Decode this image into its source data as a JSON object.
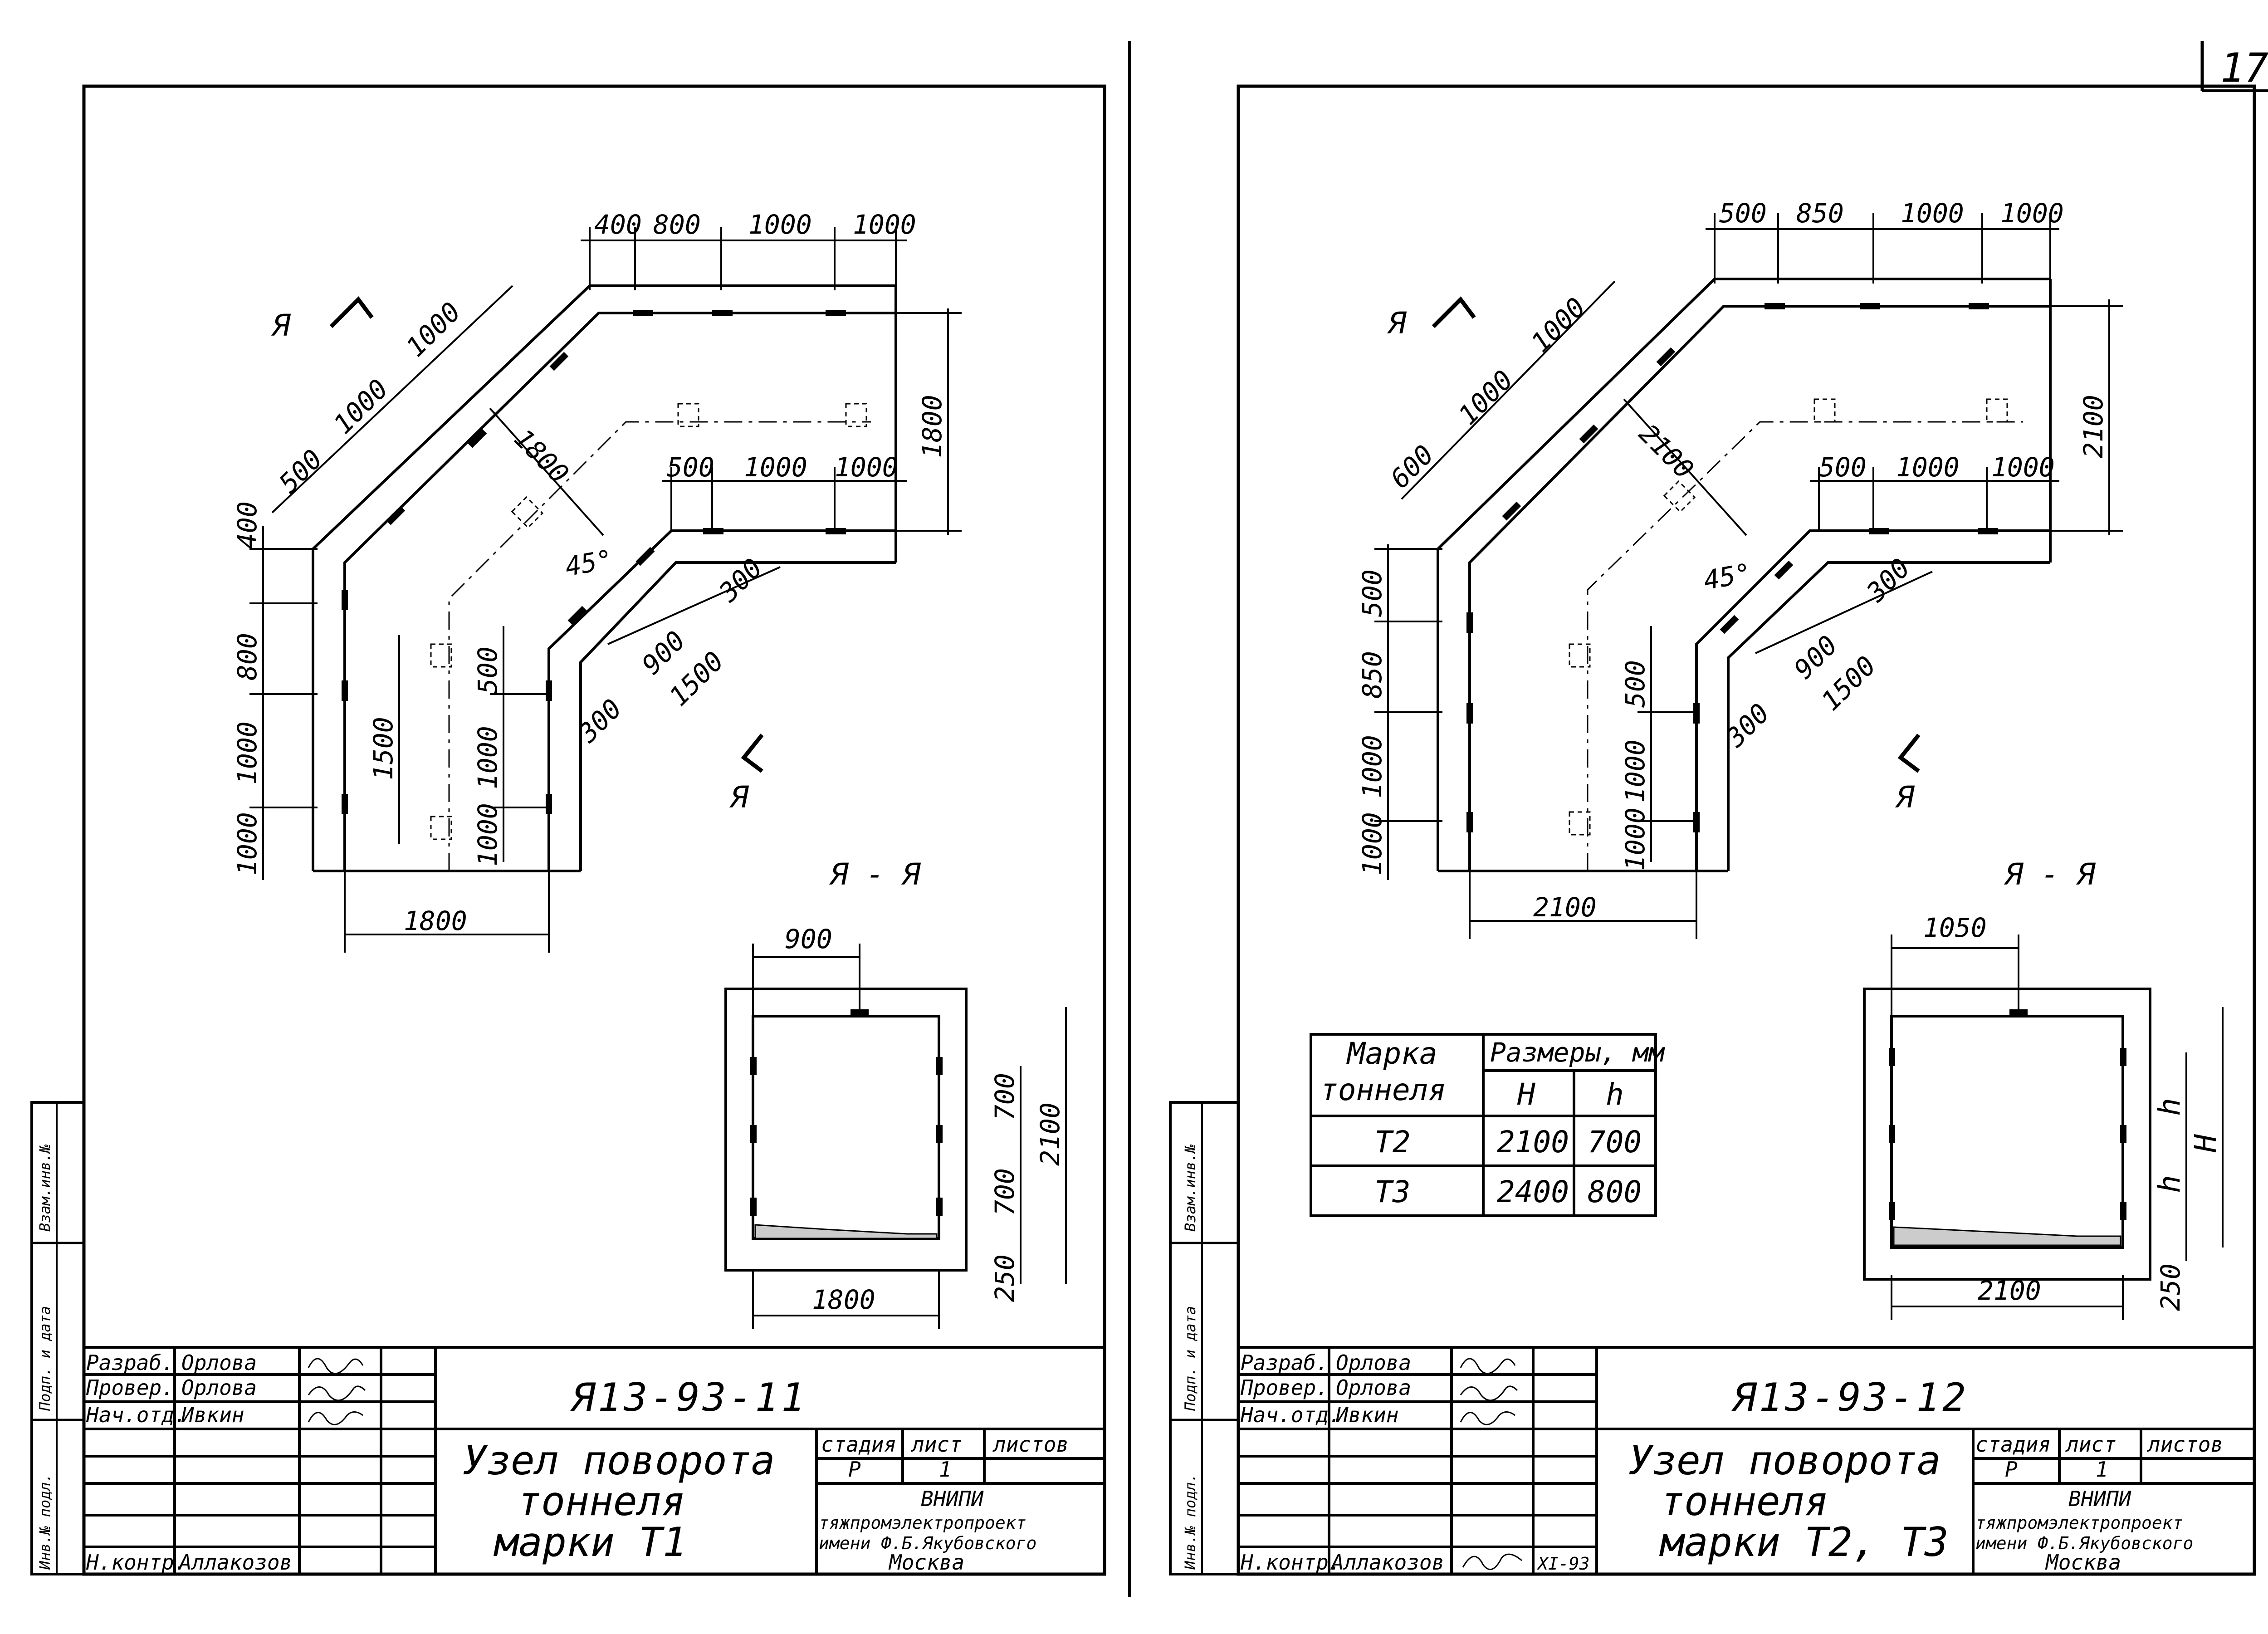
{
  "page_number": "17",
  "left_sheet": {
    "plan_dims": {
      "top": [
        "400",
        "800",
        "1000",
        "1000"
      ],
      "diag_outer": [
        "500",
        "1000",
        "1000"
      ],
      "diag_mid": "1800",
      "right_depth": "1800",
      "inner_top": [
        "500",
        "1000",
        "1000"
      ],
      "inner_diag": [
        "900",
        "1500"
      ],
      "thick": [
        "300",
        "300"
      ],
      "angle": "45°",
      "left": [
        "400",
        "800",
        "1000",
        "1000"
      ],
      "mid_left": "1500",
      "inner_left": [
        "500",
        "1000",
        "1000"
      ],
      "bottom": "1800",
      "cut_mark": "Я"
    },
    "section": {
      "title": "Я - Я",
      "top_dim": "900",
      "right_dims": [
        "700",
        "700",
        "2100"
      ],
      "bottom_dim": "1800",
      "base_dim": "250"
    },
    "stamp": {
      "roles": [
        "Разраб.",
        "Провер.",
        "Нач.отд.",
        "Н.контр."
      ],
      "names": [
        "Орлова",
        "Орлова",
        "Ивкин",
        "Аллакозов"
      ],
      "code": "Я13-93-11",
      "title_lines": [
        "Узел поворота",
        "тоннеля",
        "марки Т1"
      ],
      "headers": [
        "стадия",
        "лист",
        "листов"
      ],
      "values": [
        "Р",
        "1",
        ""
      ],
      "org_lines": [
        "ВНИПИ",
        "тяжпромэлектропроект",
        "имени Ф.Б.Якубовского",
        "Москва"
      ]
    },
    "side_labels": [
      "Взам.инв.№",
      "Подп. и дата",
      "Инв.№ подл."
    ]
  },
  "right_sheet": {
    "plan_dims": {
      "top": [
        "500",
        "850",
        "1000",
        "1000"
      ],
      "diag_outer": [
        "600",
        "1000",
        "1000"
      ],
      "diag_mid": "2100",
      "right_depth": "2100",
      "inner_top": [
        "500",
        "1000",
        "1000"
      ],
      "inner_diag": [
        "900",
        "1500"
      ],
      "thick": [
        "300",
        "300"
      ],
      "angle": "45°",
      "left": [
        "500",
        "850",
        "1000",
        "1000"
      ],
      "inner_left": [
        "500",
        "1000",
        "1000"
      ],
      "bottom": "2100",
      "cut_mark": "Я"
    },
    "section": {
      "title": "Я - Я",
      "top_dim": "1050",
      "right_dims": [
        "h",
        "h",
        "H"
      ],
      "bottom_dim": "2100",
      "base_dim": "250"
    },
    "table": {
      "col1": [
        "Марка",
        "тоннеля"
      ],
      "col2": "Размеры, мм",
      "sub": [
        "H",
        "h"
      ],
      "rows": [
        [
          "Т2",
          "2100",
          "700"
        ],
        [
          "Т3",
          "2400",
          "800"
        ]
      ]
    },
    "stamp": {
      "roles": [
        "Разраб.",
        "Провер.",
        "Нач.отд.",
        "Н.контр."
      ],
      "names": [
        "Орлова",
        "Орлова",
        "Ивкин",
        "Аллакозов"
      ],
      "date": "XI-93",
      "code": "Я13-93-12",
      "title_lines": [
        "Узел поворота",
        "тоннеля",
        "марки Т2, Т3"
      ],
      "headers": [
        "стадия",
        "лист",
        "листов"
      ],
      "values": [
        "Р",
        "1",
        ""
      ],
      "org_lines": [
        "ВНИПИ",
        "тяжпромэлектропроект",
        "имени Ф.Б.Якубовского",
        "Москва"
      ]
    },
    "side_labels": [
      "Взам.инв.№",
      "Подп. и дата",
      "Инв.№ подл."
    ]
  }
}
